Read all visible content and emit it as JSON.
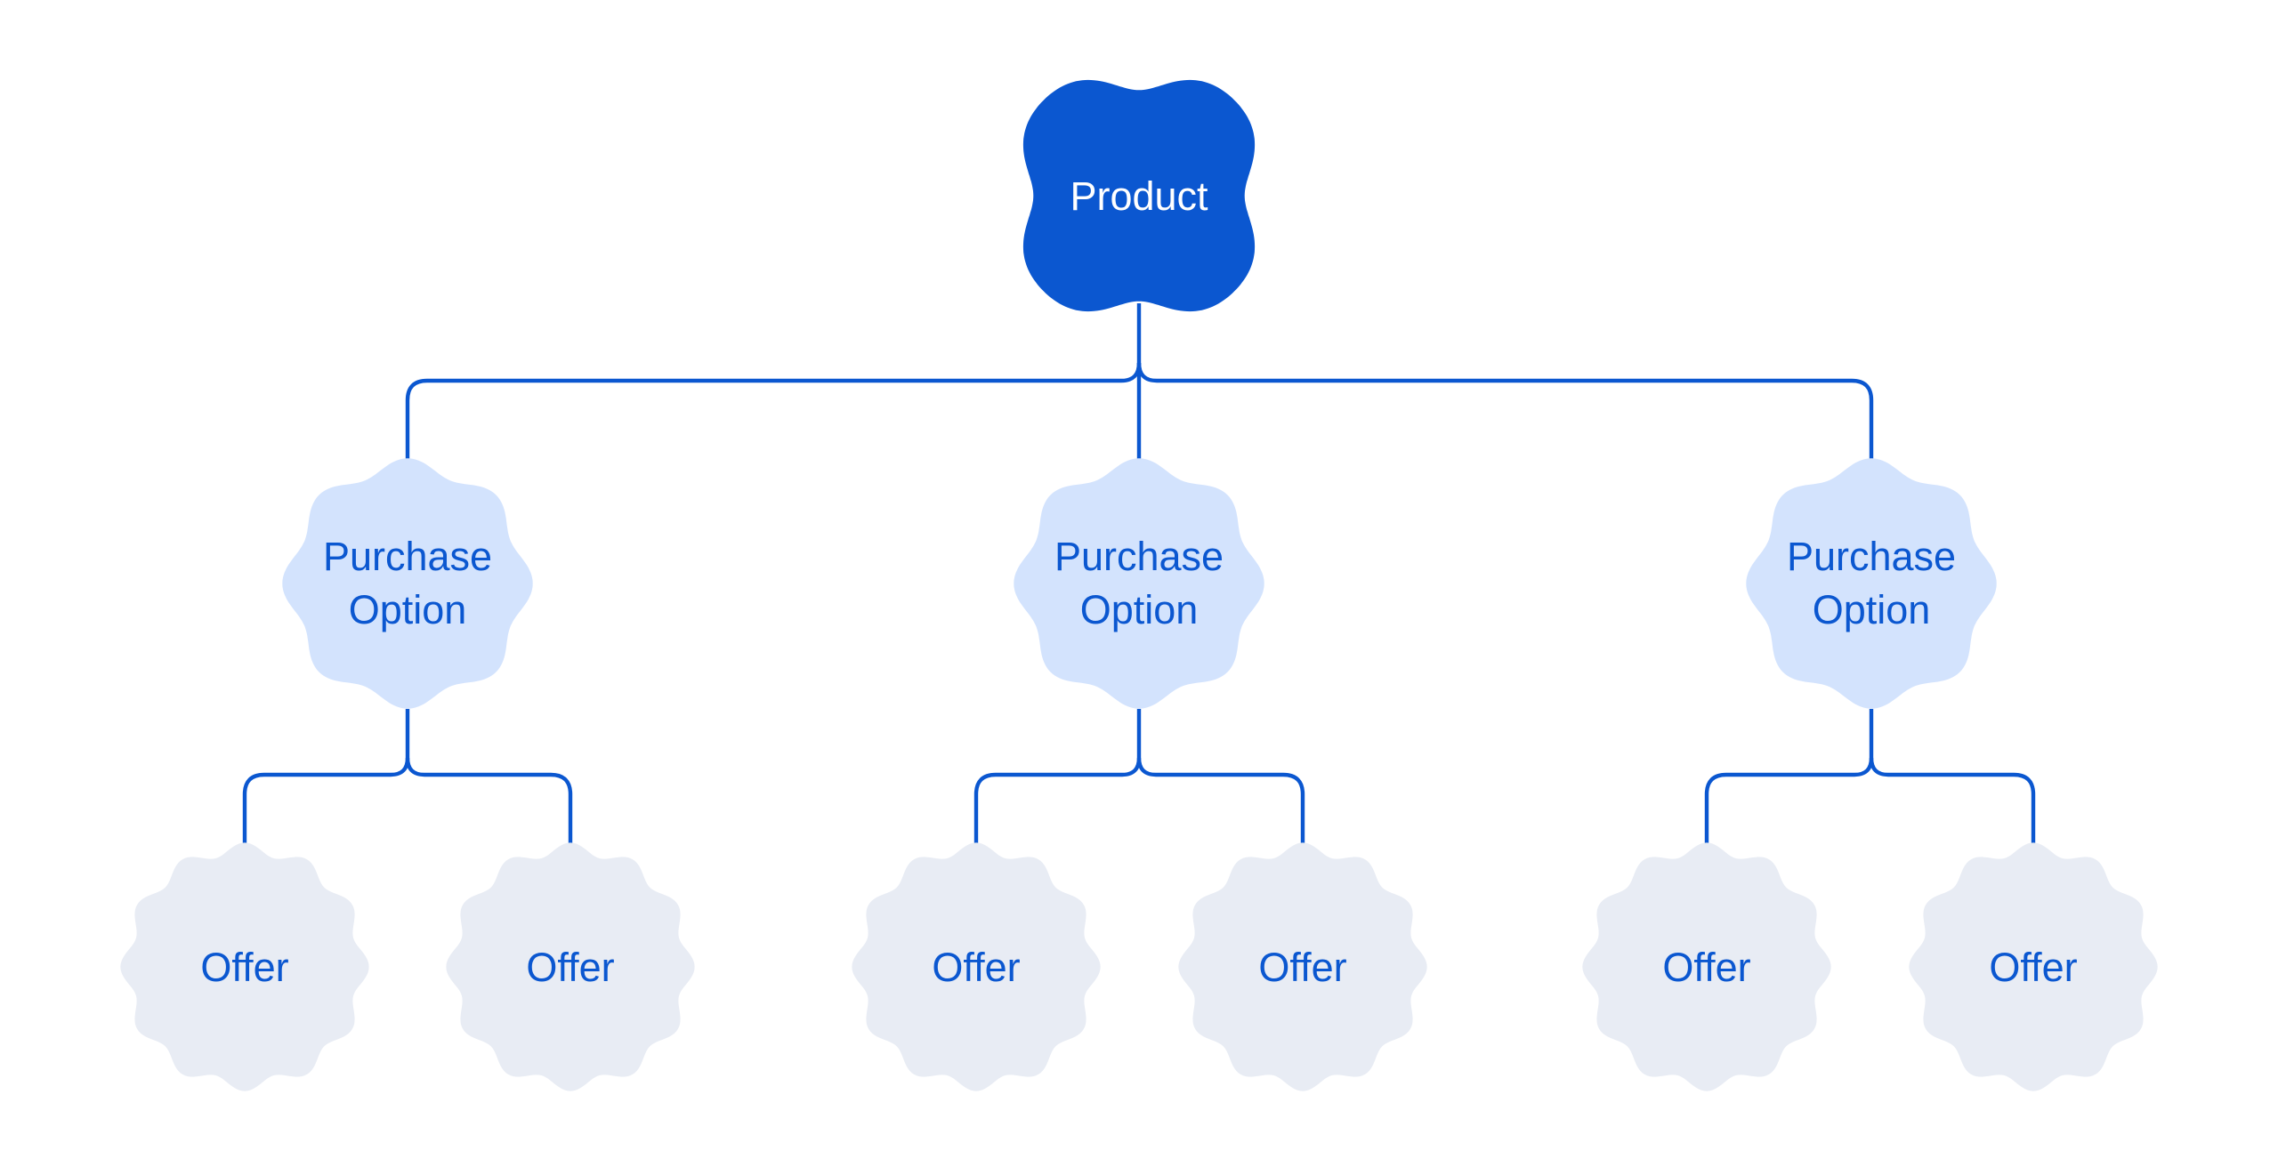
{
  "diagram": {
    "background_color": "#ffffff",
    "colors": {
      "primary_blue": "#0b57d0",
      "connector": "#0b57d0",
      "product_fill": "#0b57d0",
      "product_text": "#ffffff",
      "purchase_option_fill": "#d3e3fd",
      "purchase_option_text": "#0b57d0",
      "offer_fill": "#e8ecf4",
      "offer_text": "#0b57d0"
    },
    "nodes": {
      "product": {
        "label": "Product"
      },
      "purchase_options": [
        {
          "label": "Purchase Option"
        },
        {
          "label": "Purchase Option"
        },
        {
          "label": "Purchase Option"
        }
      ],
      "offers": [
        {
          "label": "Offer"
        },
        {
          "label": "Offer"
        },
        {
          "label": "Offer"
        },
        {
          "label": "Offer"
        },
        {
          "label": "Offer"
        },
        {
          "label": "Offer"
        }
      ]
    }
  }
}
